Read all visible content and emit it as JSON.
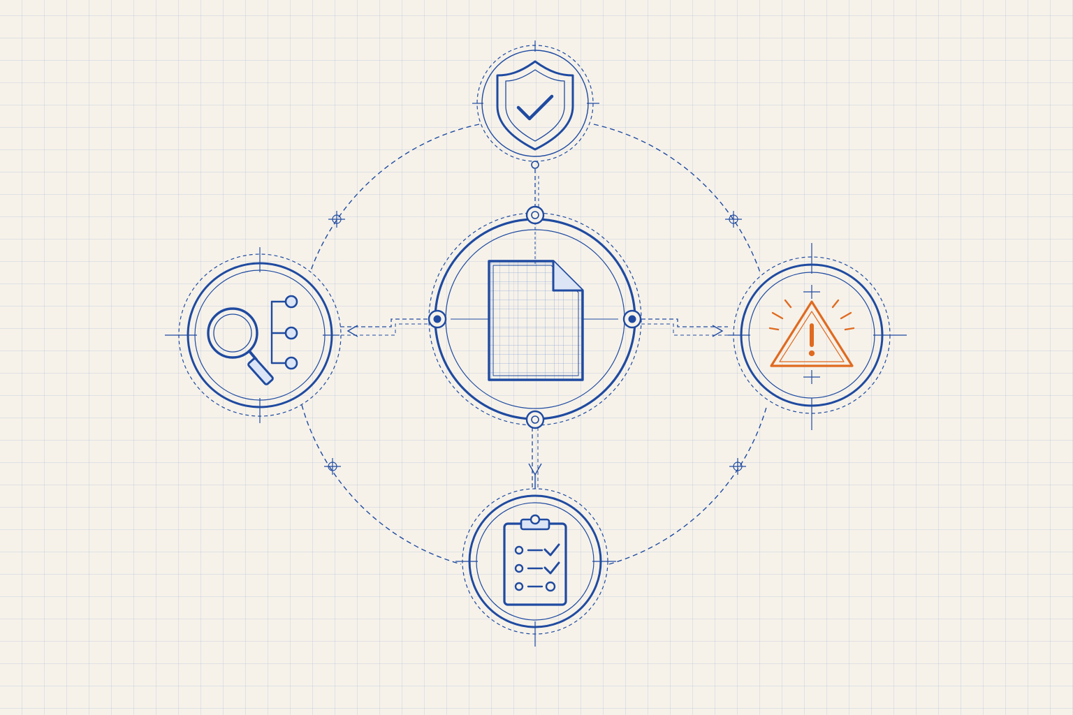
{
  "colors": {
    "background": "#f6f2ea",
    "grid": "#c9d4e6",
    "primary_blue": "#1f4aa0",
    "dark_blue": "#193b8c",
    "light_blue_fill": "#dbe5f6",
    "warning_orange": "#e06a1f"
  },
  "diagram": {
    "center_node": {
      "icon": "document-grid-icon"
    },
    "nodes": [
      {
        "id": "top",
        "icon": "shield-check-icon"
      },
      {
        "id": "left",
        "icon": "magnifier-hierarchy-icon"
      },
      {
        "id": "right",
        "icon": "warning-triangle-icon"
      },
      {
        "id": "bottom",
        "icon": "clipboard-checklist-icon"
      }
    ],
    "connections": [
      {
        "from": "center",
        "to": "left",
        "style": "dashed-arrow"
      },
      {
        "from": "center",
        "to": "right",
        "style": "dashed-arrow"
      },
      {
        "from": "center",
        "to": "bottom",
        "style": "dashed-arrow"
      },
      {
        "from": "top",
        "to": "center",
        "style": "dashed"
      }
    ],
    "orbit": {
      "style": "dashed"
    }
  }
}
